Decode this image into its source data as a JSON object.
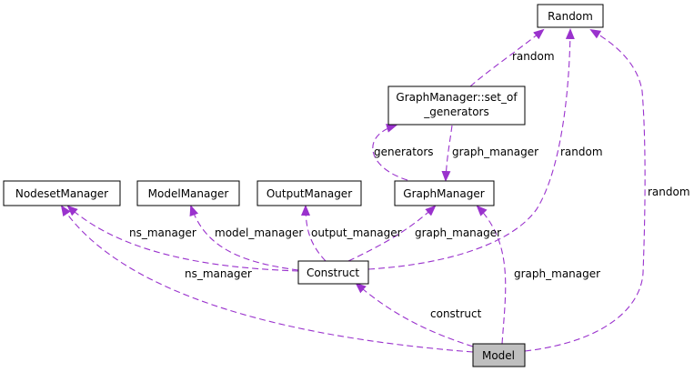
{
  "diagram": {
    "edge_color": "#9a32cd",
    "highlight_fill": "#bfbfbf",
    "nodes": {
      "random": "Random",
      "set_of_generators_line1": "GraphManager::set_of",
      "set_of_generators_line2": "_generators",
      "nodeset_manager": "NodesetManager",
      "model_manager": "ModelManager",
      "output_manager": "OutputManager",
      "graph_manager": "GraphManager",
      "construct": "Construct",
      "model": "Model"
    },
    "edge_labels": {
      "random_setgen": "random",
      "generators": "generators",
      "graph_manager_setgen": "graph_manager",
      "random_construct": "random",
      "random_model": "random",
      "ns_manager_construct": "ns_manager",
      "model_manager": "model_manager",
      "output_manager": "output_manager",
      "graph_manager_construct": "graph_manager",
      "ns_manager_model": "ns_manager",
      "graph_manager_model": "graph_manager",
      "construct_model": "construct"
    }
  }
}
